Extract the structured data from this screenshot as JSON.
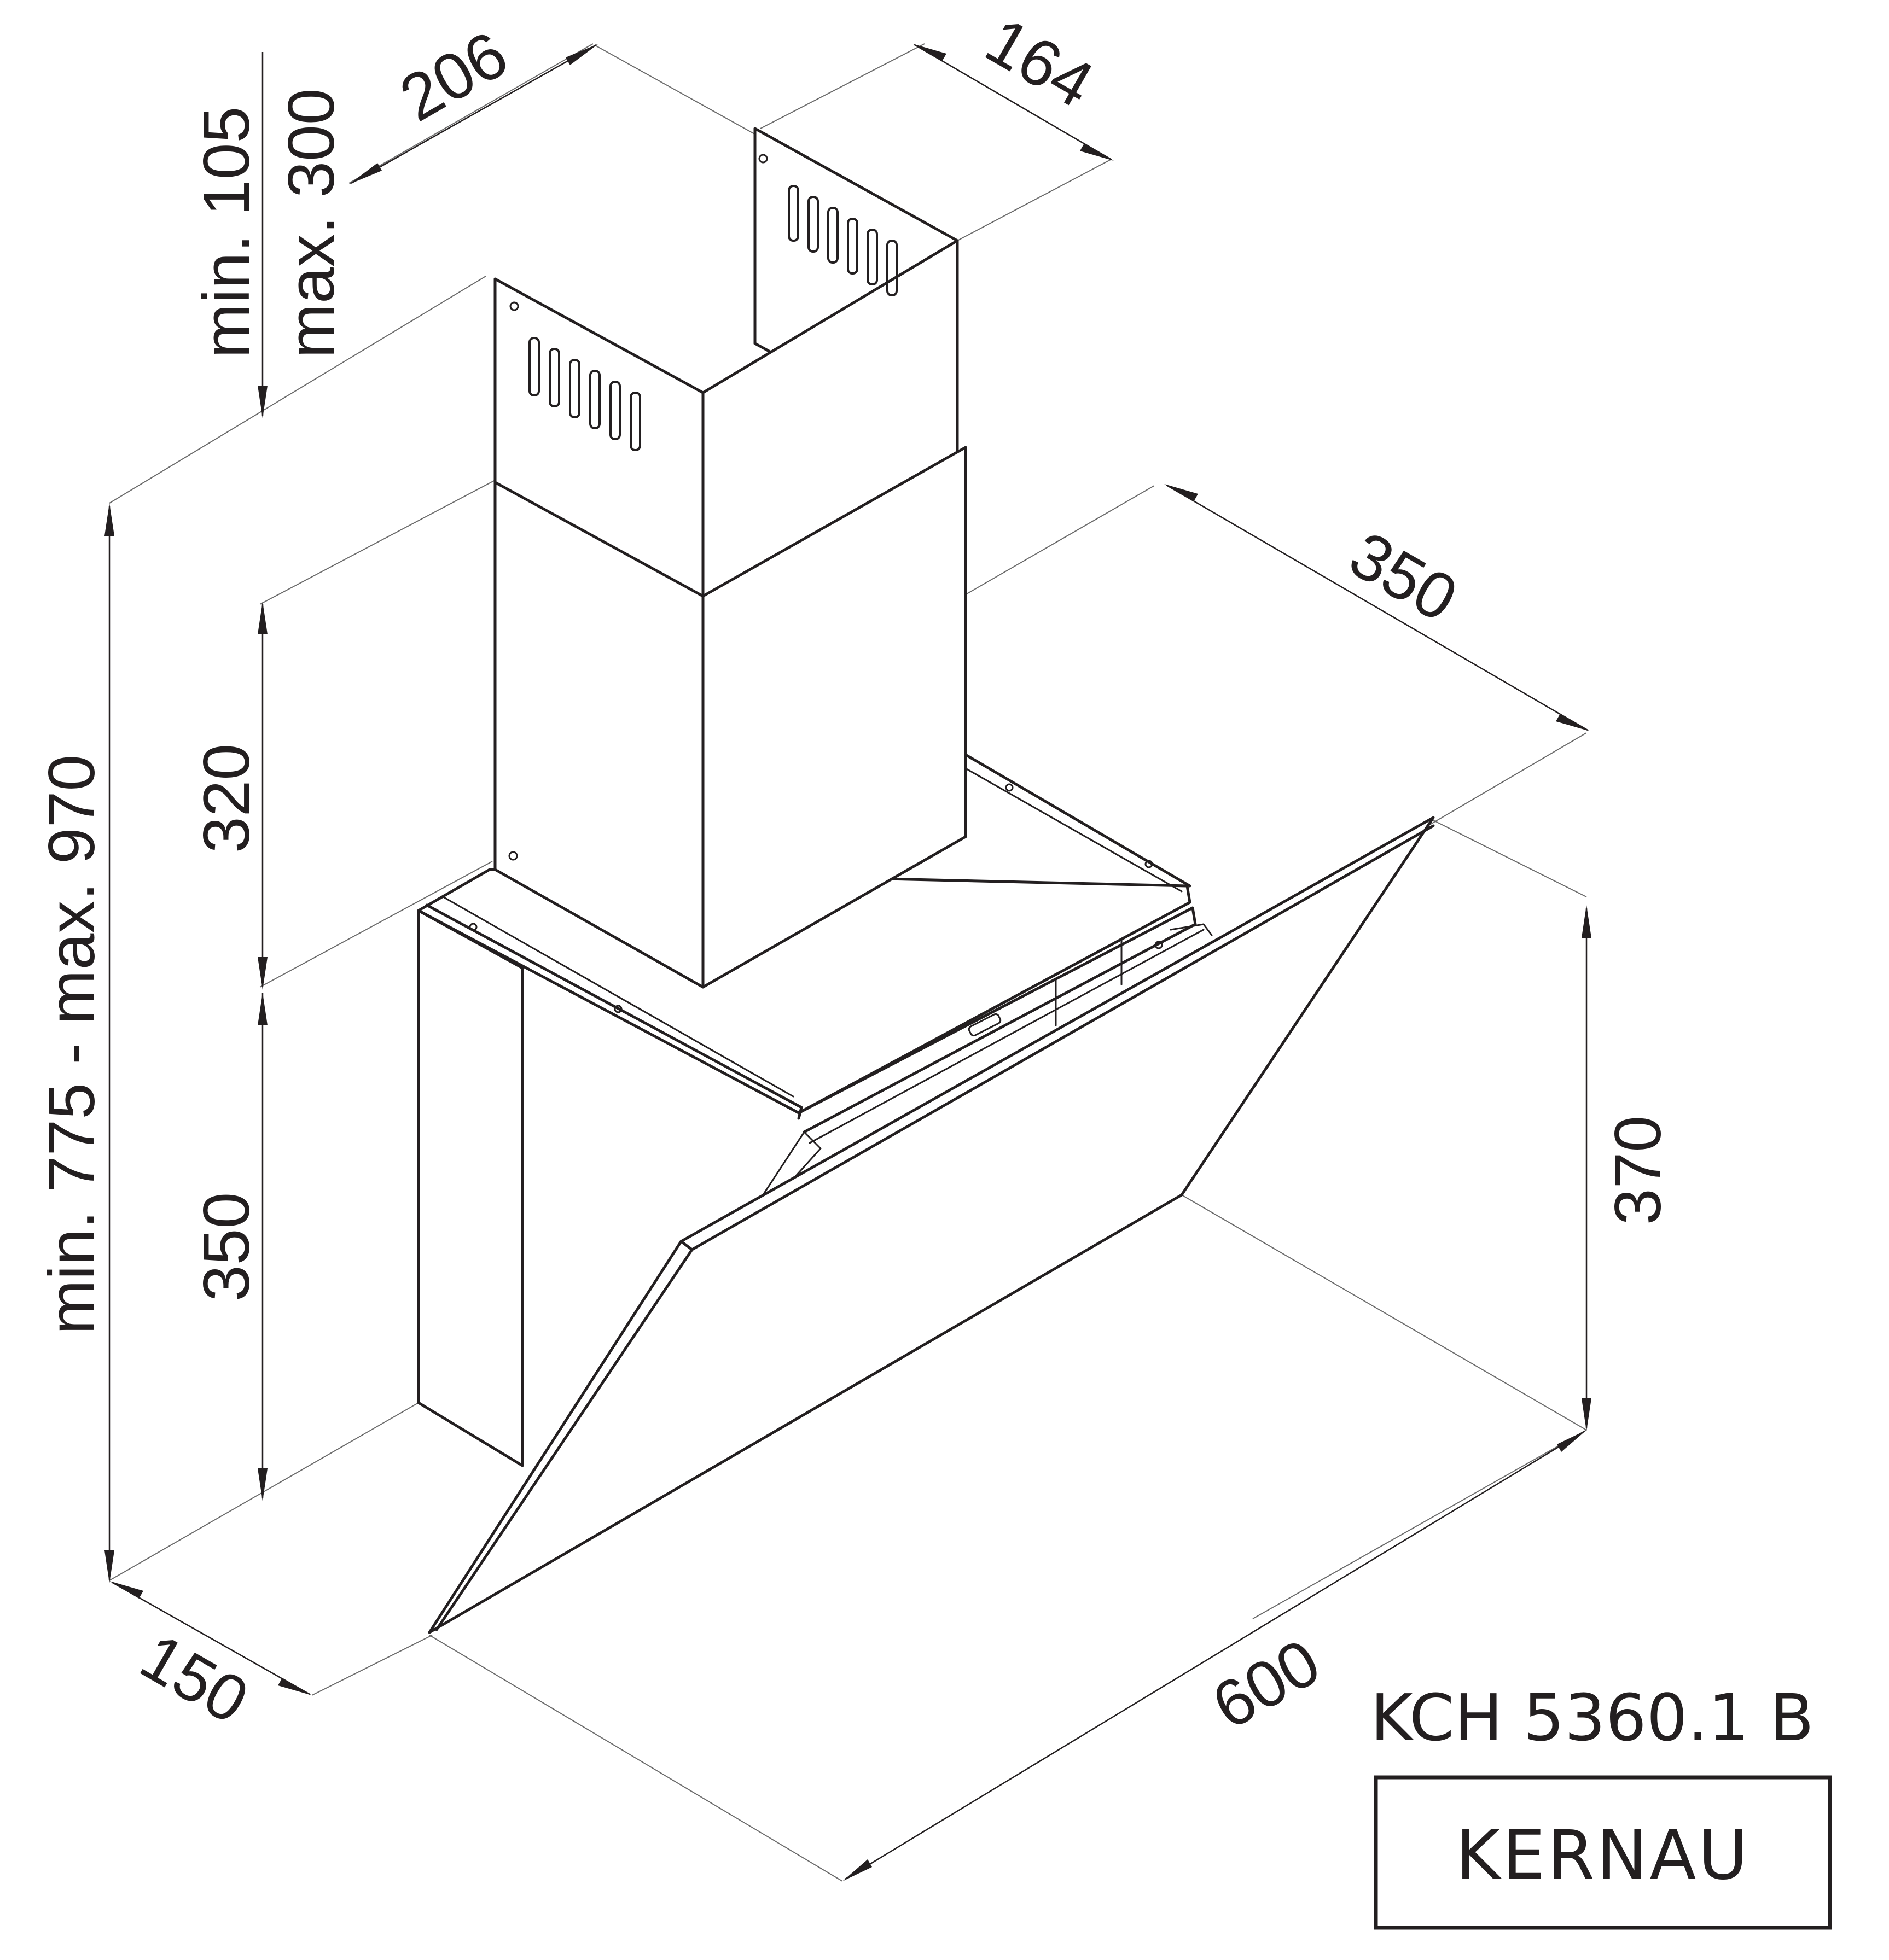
{
  "dimensions": {
    "chimney_adjust_min": "min. 105",
    "chimney_adjust_max": "max. 300",
    "chimney_width": "206",
    "chimney_depth": "164",
    "top_depth": "350",
    "chimney_height": "320",
    "body_height": "350",
    "overall_height": "min. 775 - max. 970",
    "glass_height": "370",
    "bottom_depth": "150",
    "width": "600"
  },
  "product": {
    "model": "KCH 5360.1 B",
    "brand": "KERNAU"
  },
  "colors": {
    "line": "#231f20",
    "background": "#ffffff"
  }
}
